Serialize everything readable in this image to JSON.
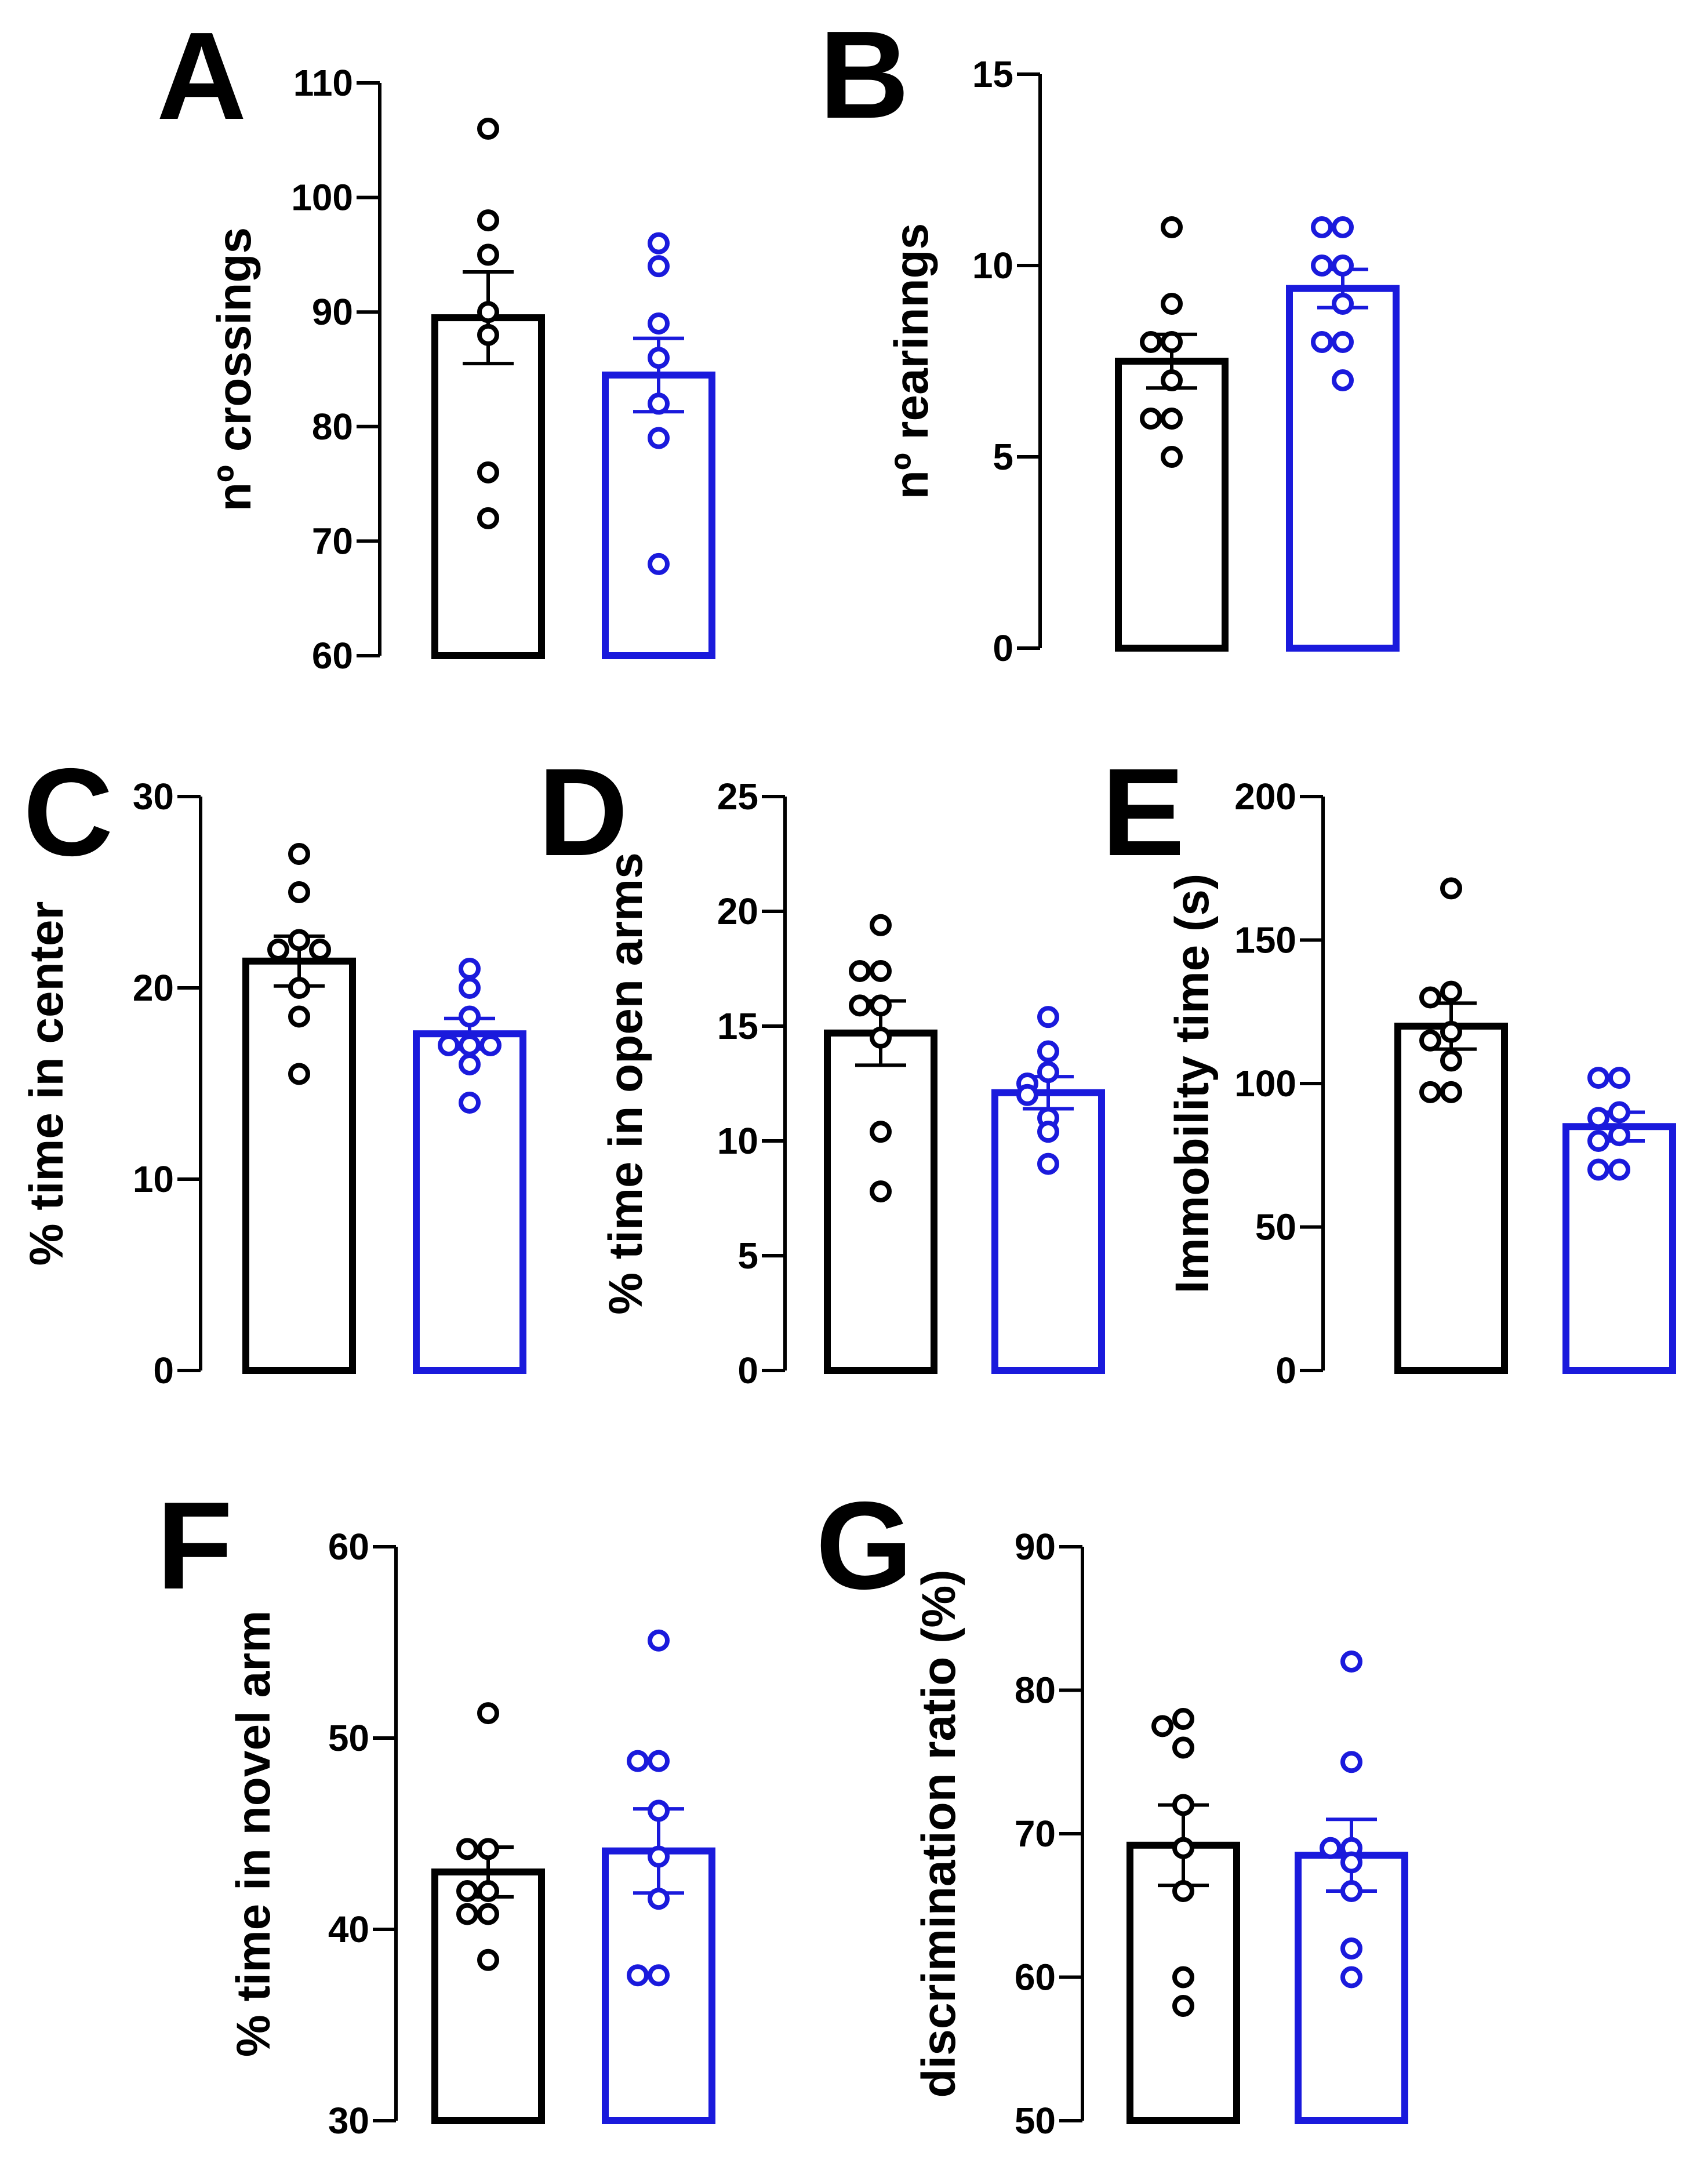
{
  "colors": {
    "group1": "#000000",
    "group2": "#1a1adc"
  },
  "chart_data": [
    {
      "type": "bar",
      "letter": "A",
      "ylabel": "nº crossings",
      "ylim": [
        60,
        110
      ],
      "yticks": [
        60,
        70,
        80,
        90,
        100,
        110
      ],
      "series": [
        {
          "color_key": "group1",
          "mean": 89.5,
          "sem": 4.0,
          "points": [
            106,
            98,
            95,
            90,
            88,
            76,
            72
          ]
        },
        {
          "color_key": "group2",
          "mean": 84.5,
          "sem": 3.2,
          "points": [
            96,
            94,
            89,
            86,
            82,
            79,
            68
          ]
        }
      ]
    },
    {
      "type": "bar",
      "letter": "B",
      "ylabel": "nº rearinngs",
      "ylim": [
        0,
        15
      ],
      "yticks": [
        0,
        5,
        10,
        15
      ],
      "series": [
        {
          "color_key": "group1",
          "mean": 7.5,
          "sem": 0.7,
          "points": [
            11,
            9,
            8,
            8,
            7,
            6,
            6,
            5
          ]
        },
        {
          "color_key": "group2",
          "mean": 9.4,
          "sem": 0.5,
          "points": [
            11,
            11,
            10,
            10,
            9,
            8,
            8,
            7
          ]
        }
      ]
    },
    {
      "type": "bar",
      "letter": "C",
      "ylabel": "% time in center",
      "ylim": [
        0,
        30
      ],
      "yticks": [
        0,
        10,
        20,
        30
      ],
      "series": [
        {
          "color_key": "group1",
          "mean": 21.4,
          "sem": 1.3,
          "points": [
            27.0,
            25.0,
            22.5,
            22.0,
            22.0,
            20.0,
            18.5,
            15.5
          ]
        },
        {
          "color_key": "group2",
          "mean": 17.6,
          "sem": 0.8,
          "points": [
            21.0,
            20.0,
            18.5,
            17.0,
            17.0,
            17.0,
            16.0,
            14.0
          ]
        }
      ]
    },
    {
      "type": "bar",
      "letter": "D",
      "ylabel": "% time in open arms",
      "ylim": [
        0,
        25
      ],
      "yticks": [
        0,
        5,
        10,
        15,
        20,
        25
      ],
      "series": [
        {
          "color_key": "group1",
          "mean": 14.7,
          "sem": 1.4,
          "points": [
            19.4,
            17.4,
            17.4,
            15.9,
            15.9,
            14.5,
            10.4,
            7.8
          ]
        },
        {
          "color_key": "group2",
          "mean": 12.1,
          "sem": 0.7,
          "points": [
            15.4,
            13.9,
            13.0,
            12.5,
            12.0,
            11.0,
            10.4,
            9.0
          ]
        }
      ]
    },
    {
      "type": "bar",
      "letter": "E",
      "ylabel": "Immobility time (s)",
      "ylim": [
        0,
        200
      ],
      "yticks": [
        0,
        50,
        100,
        150,
        200
      ],
      "series": [
        {
          "color_key": "group1",
          "mean": 120,
          "sem": 8,
          "points": [
            168,
            132,
            130,
            118,
            115,
            108,
            97,
            97
          ]
        },
        {
          "color_key": "group2",
          "mean": 85,
          "sem": 5,
          "points": [
            102,
            102,
            90,
            88,
            82,
            80,
            70,
            70
          ]
        }
      ]
    },
    {
      "type": "bar",
      "letter": "F",
      "ylabel": "% time in novel arm",
      "ylim": [
        30,
        60
      ],
      "yticks": [
        30,
        40,
        50,
        60
      ],
      "series": [
        {
          "color_key": "group1",
          "mean": 43.0,
          "sem": 1.3,
          "points": [
            51.3,
            44.2,
            44.2,
            42.0,
            42.0,
            40.8,
            40.8,
            38.4
          ]
        },
        {
          "color_key": "group2",
          "mean": 44.1,
          "sem": 2.2,
          "points": [
            55.1,
            48.8,
            48.8,
            46.2,
            43.8,
            41.6,
            37.6,
            37.6
          ]
        }
      ]
    },
    {
      "type": "bar",
      "letter": "G",
      "ylabel": "discrimination ratio (%)",
      "ylim": [
        50,
        90
      ],
      "yticks": [
        50,
        60,
        70,
        80,
        90
      ],
      "series": [
        {
          "color_key": "group1",
          "mean": 69.2,
          "sem": 2.8,
          "points": [
            78.0,
            77.5,
            76.0,
            72.0,
            69.0,
            66.0,
            60.0,
            58.0
          ]
        },
        {
          "color_key": "group2",
          "mean": 68.5,
          "sem": 2.5,
          "points": [
            82.0,
            75.0,
            69.0,
            69.0,
            68.0,
            66.0,
            62.0,
            60.0
          ]
        }
      ]
    }
  ]
}
